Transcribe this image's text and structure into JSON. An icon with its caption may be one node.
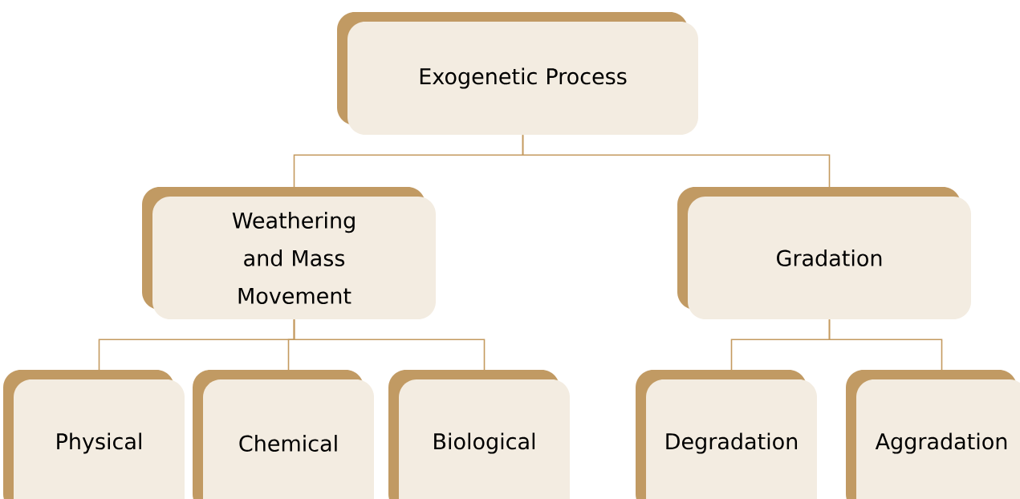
{
  "diagram": {
    "nodes": [
      {
        "text": [
          "Exogenetic Process"
        ]
      },
      {
        "text": [
          "Weathering and Mass Movement"
        ]
      },
      {
        "text": [
          "Gradation"
        ]
      },
      {
        "text": [
          "Physical"
        ]
      },
      {
        "text": [
          "Chemical"
        ]
      },
      {
        "text": [
          "Biological"
        ]
      },
      {
        "text": [
          "Degradation"
        ]
      },
      {
        "text": [
          "Aggradation"
        ]
      }
    ],
    "edges": [
      {
        "from": 0,
        "to": 1,
        "arrow": "none"
      },
      {
        "from": 0,
        "to": 2,
        "arrow": "none"
      },
      {
        "from": 1,
        "to": 3,
        "arrow": "none"
      },
      {
        "from": 1,
        "to": 4,
        "arrow": "none"
      },
      {
        "from": 1,
        "to": 5,
        "arrow": "none"
      },
      {
        "from": 2,
        "to": 6,
        "arrow": "none"
      },
      {
        "from": 2,
        "to": 7,
        "arrow": "none"
      }
    ]
  }
}
